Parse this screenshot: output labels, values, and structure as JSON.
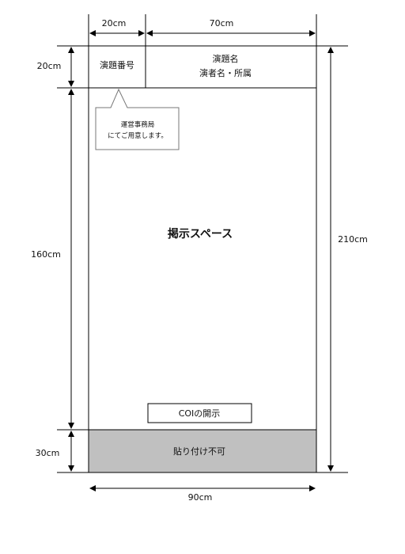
{
  "dimensions": {
    "top_left_width": "20cm",
    "top_right_width": "70cm",
    "header_height": "20cm",
    "space_height": "160cm",
    "bottom_height": "30cm",
    "total_height": "210cm",
    "total_width": "90cm"
  },
  "header": {
    "number_label": "演題番号",
    "title_line1": "演題名",
    "title_line2": "演者名・所属"
  },
  "callout": {
    "line1": "運営事務局",
    "line2": "にてご用意します。"
  },
  "main": {
    "space_label": "掲示スペース",
    "coi_label": "COIの開示"
  },
  "footer": {
    "no_paste_label": "貼り付け不可"
  },
  "colors": {
    "line": "#000000",
    "no_paste_fill": "#c0c0c0",
    "callout_border": "#777777"
  }
}
